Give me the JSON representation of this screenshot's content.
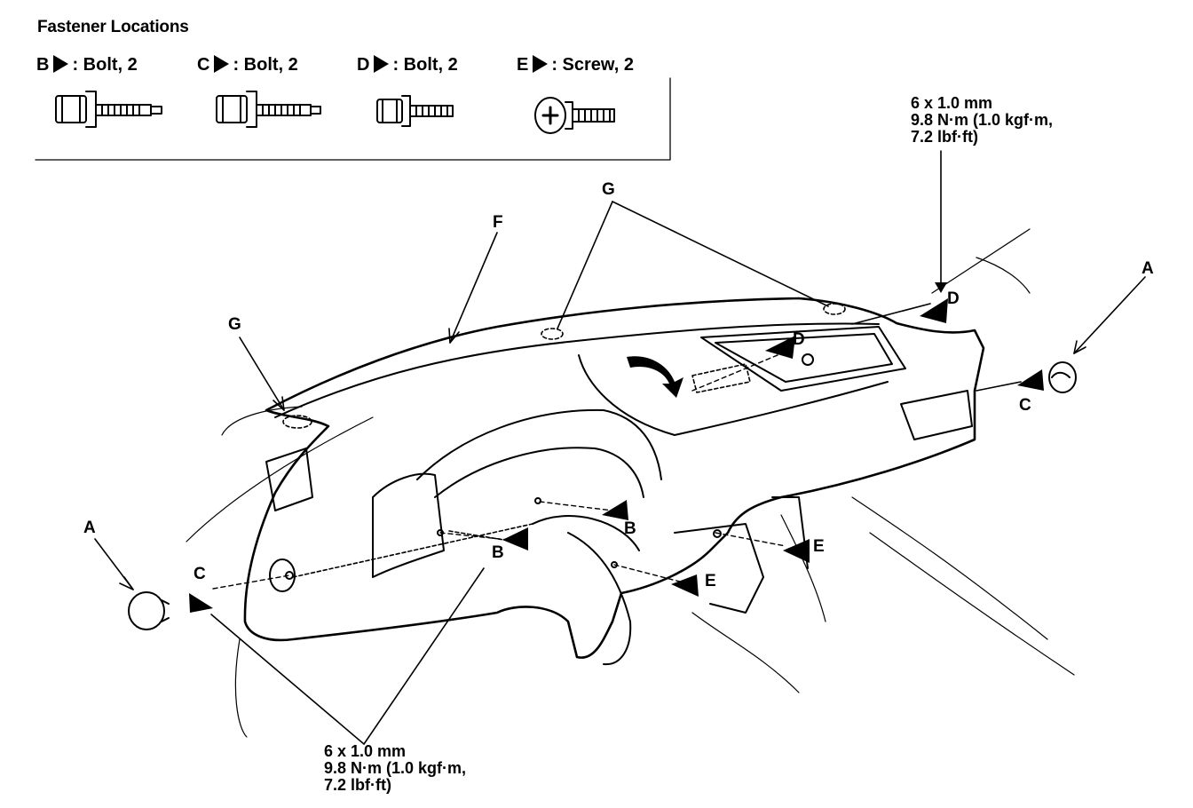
{
  "heading": "Fastener Locations",
  "legend": [
    {
      "letter": "B",
      "text": ": Bolt, 2"
    },
    {
      "letter": "C",
      "text": ": Bolt, 2"
    },
    {
      "letter": "D",
      "text": ": Bolt, 2"
    },
    {
      "letter": "E",
      "text": ": Screw, 2"
    }
  ],
  "specs": {
    "top_right": [
      "6 x 1.0 mm",
      "9.8 N·m (1.0 kgf·m,",
      "7.2 lbf·ft)"
    ],
    "bottom": [
      "6 x 1.0 mm",
      "9.8 N·m (1.0 kgf·m,",
      "7.2 lbf·ft)"
    ]
  },
  "labels": {
    "A_left": "A",
    "A_right": "A",
    "B_upper": "B",
    "B_lower": "B",
    "C_left": "C",
    "C_right": "C",
    "D_upper": "D",
    "D_lower": "D",
    "E_upper": "E",
    "E_lower": "E",
    "F": "F",
    "G_top": "G",
    "G_left": "G"
  },
  "icons": [
    "flange-bolt-icon",
    "flange-bolt-icon",
    "bolt-icon",
    "phillips-screw-icon",
    "clip-icon",
    "arrow-icon"
  ],
  "colors": {
    "ink": "#000000",
    "paper": "#ffffff"
  }
}
